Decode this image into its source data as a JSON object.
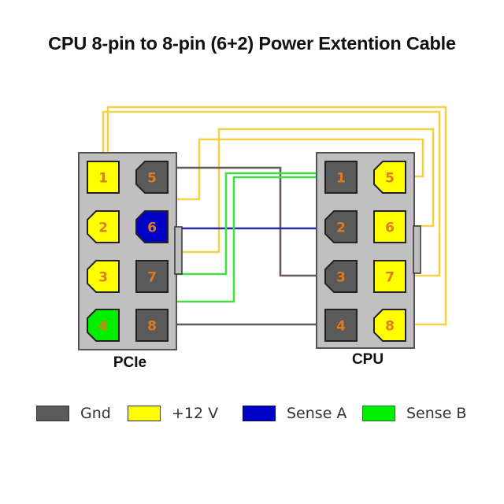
{
  "title": "CPU 8-pin to 8-pin (6+2) Power Extention Cable",
  "colors": {
    "gnd": "#5a5a5a",
    "v12": "#ffff00",
    "sense_a": "#0000c8",
    "sense_b": "#00ee00",
    "pin_text": "#e07a1f",
    "housing": "#c0c0c0",
    "wire_yellow": "#f5d24a",
    "wire_gnd": "#6a5a5a",
    "wire_blue": "#2a2aa8",
    "wire_green": "#44dd44"
  },
  "connectors": [
    {
      "name": "PCIe",
      "label": "PCIe",
      "pins": [
        {
          "number": "1",
          "type": "v12",
          "shape": "square"
        },
        {
          "number": "2",
          "type": "v12",
          "shape": "keyed"
        },
        {
          "number": "3",
          "type": "v12",
          "shape": "keyed"
        },
        {
          "number": "4",
          "type": "sense_b",
          "shape": "keyed"
        },
        {
          "number": "5",
          "type": "gnd",
          "shape": "keyed"
        },
        {
          "number": "6",
          "type": "sense_a",
          "shape": "keyed"
        },
        {
          "number": "7",
          "type": "gnd",
          "shape": "square"
        },
        {
          "number": "8",
          "type": "gnd",
          "shape": "square"
        }
      ]
    },
    {
      "name": "CPU",
      "label": "CPU",
      "pins": [
        {
          "number": "1",
          "type": "gnd",
          "shape": "square"
        },
        {
          "number": "2",
          "type": "gnd",
          "shape": "keyed"
        },
        {
          "number": "3",
          "type": "gnd",
          "shape": "keyed"
        },
        {
          "number": "4",
          "type": "gnd",
          "shape": "square"
        },
        {
          "number": "5",
          "type": "v12",
          "shape": "keyed"
        },
        {
          "number": "6",
          "type": "v12",
          "shape": "square"
        },
        {
          "number": "7",
          "type": "v12",
          "shape": "square"
        },
        {
          "number": "8",
          "type": "v12",
          "shape": "keyed"
        }
      ]
    }
  ],
  "wires": [
    {
      "from": "PCIe-1",
      "to": "CPU-7",
      "color": "yellow"
    },
    {
      "from": "PCIe-1",
      "to": "CPU-8",
      "color": "yellow"
    },
    {
      "from": "PCIe-2",
      "to": "CPU-5",
      "color": "yellow"
    },
    {
      "from": "PCIe-3",
      "to": "CPU-6",
      "color": "yellow"
    },
    {
      "from": "PCIe-5",
      "to": "CPU-3",
      "color": "gnd"
    },
    {
      "from": "PCIe-6",
      "to": "CPU-2",
      "color": "blue"
    },
    {
      "from": "PCIe-7",
      "to": "CPU-1",
      "color": "green"
    },
    {
      "from": "PCIe-4",
      "to": "CPU-1",
      "color": "green"
    },
    {
      "from": "PCIe-8",
      "to": "CPU-4",
      "color": "gnd"
    }
  ],
  "legend": [
    {
      "key": "gnd",
      "label": "Gnd"
    },
    {
      "key": "v12",
      "label": "+12 V"
    },
    {
      "key": "sense_a",
      "label": "Sense A"
    },
    {
      "key": "sense_b",
      "label": "Sense B"
    }
  ]
}
